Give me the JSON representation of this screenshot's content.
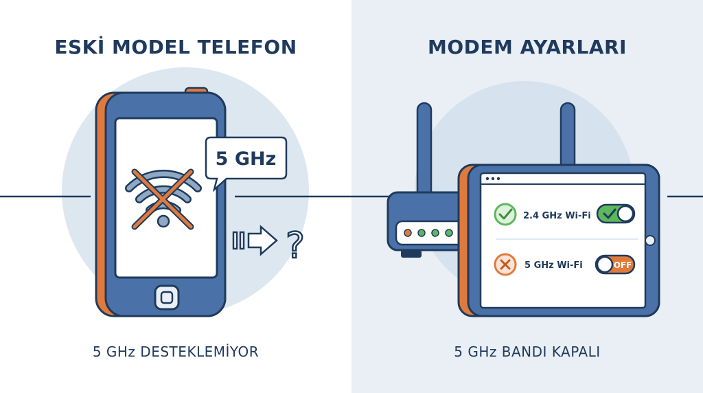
{
  "left": {
    "title": "ESKİ MODEL TELEFON",
    "bubble": "5 GHz",
    "question": "?",
    "caption": "5 GHz DESTEKLEMİYOR"
  },
  "right": {
    "title": "MODEM AYARLARI",
    "rows": [
      {
        "label": "2.4 GHz Wi-Fi",
        "status": "on",
        "toggle_text": ""
      },
      {
        "label": "5 GHz Wi-Fi",
        "status": "off",
        "toggle_text": "OFF"
      }
    ],
    "caption": "5 GHz BANDI KAPALI"
  },
  "colors": {
    "navy": "#1f3a5c",
    "blue": "#4a72a8",
    "orange": "#e07a3c",
    "green": "#5cb85c",
    "light_circle": "#dde7f0"
  }
}
